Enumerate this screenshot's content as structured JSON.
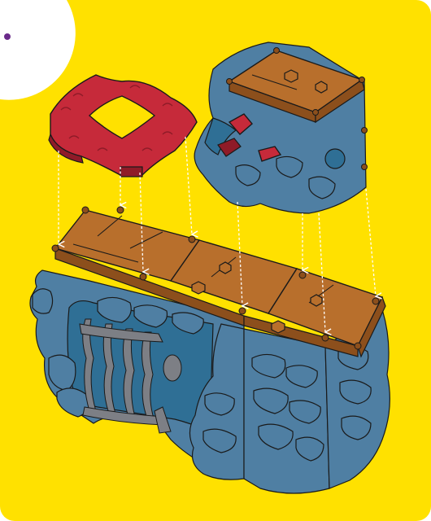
{
  "page": {
    "background_color": "#ffe100",
    "page_corner_color": "#ffffff",
    "page_dot_color": "#6a2a8a"
  },
  "colors": {
    "rock": "#4f7fa3",
    "rock_shadow": "#2f6f95",
    "wood": "#b86f2c",
    "wood_dark": "#8c4f1c",
    "coral": "#c62a3a",
    "coral_dark": "#8f1b28",
    "bone": "#7d7f85",
    "outline": "#1a1a1a"
  },
  "parts": [
    {
      "id": "coral-frame",
      "icon": "coral-ring-icon"
    },
    {
      "id": "skull-rock-block",
      "icon": "skull-rock-icon"
    },
    {
      "id": "cave-base",
      "icon": "cave-base-icon"
    },
    {
      "id": "bone-gate",
      "icon": "bone-gate-icon"
    }
  ],
  "assembly_arrow_count": 8
}
